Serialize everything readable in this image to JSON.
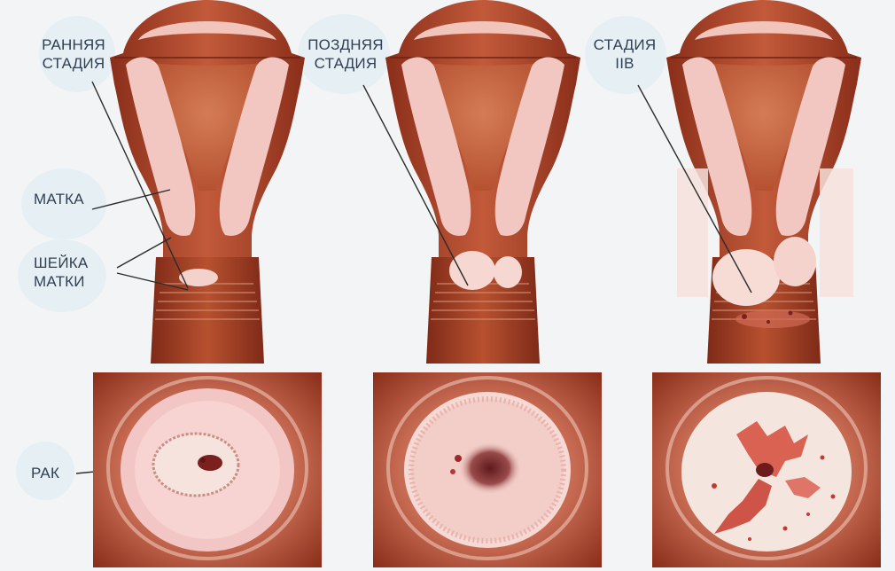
{
  "labels": {
    "early_stage": [
      "РАННЯЯ",
      "СТАДИЯ"
    ],
    "late_stage": [
      "ПОЗДНЯЯ",
      "СТАДИЯ"
    ],
    "stage_iib": [
      "СТАДИЯ",
      "IIB"
    ],
    "uterus": "МАТКА",
    "cervix": [
      "ШЕЙКА",
      "МАТКИ"
    ],
    "cancer": "РАК"
  },
  "colors": {
    "tissue_dark": "#8a2e1a",
    "tissue_mid": "#b44a2c",
    "tissue_light": "#e9b3a7",
    "lining_pink": "#f3c7c1",
    "lesion": "#7c1f1f",
    "label_text": "#2f3f55"
  }
}
